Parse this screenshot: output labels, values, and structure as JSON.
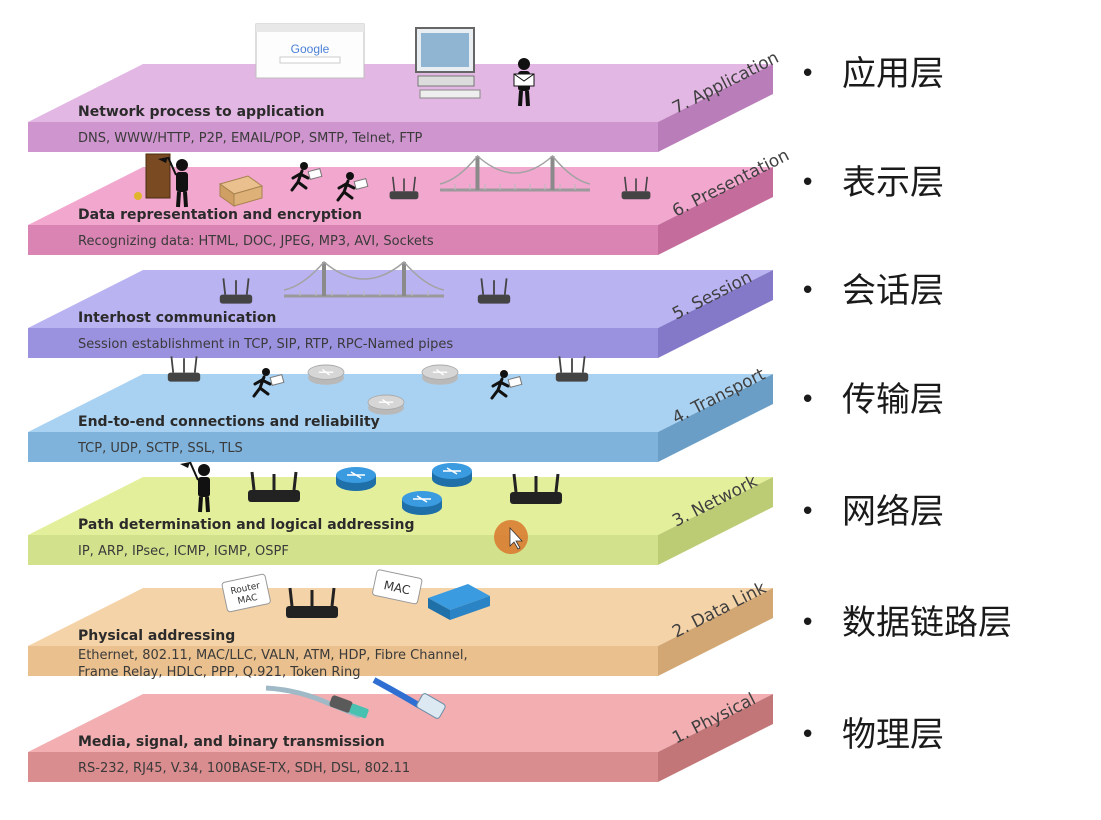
{
  "layers": [
    {
      "name": "7. Application",
      "title": "Network process to application",
      "protocols": [
        "DNS, WWW/HTTP, P2P, EMAIL/POP, SMTP, Telnet, FTP"
      ],
      "color_top": "#e3b7e3",
      "color_front": "#cf95cf",
      "color_side": "#b97db9",
      "zh": "应用层",
      "icons": [
        "browser-window-icon",
        "desktop-computer-icon",
        "person-with-letter-icon"
      ],
      "browser_logo": "Google"
    },
    {
      "name": "6. Presentation",
      "title": "Data representation and encryption",
      "protocols": [
        "Recognizing data: HTML, DOC, JPEG, MP3, AVI, Sockets"
      ],
      "color_top": "#f2a7cf",
      "color_front": "#d984b3",
      "color_side": "#c46d9c",
      "zh": "表示层",
      "icons": [
        "door-icon",
        "box-icon",
        "running-person-icon",
        "router-icon",
        "bridge-icon"
      ]
    },
    {
      "name": "5. Session",
      "title": "Interhost communication",
      "protocols": [
        "Session establishment in TCP, SIP, RTP, RPC-Named pipes"
      ],
      "color_top": "#b9b3f2",
      "color_front": "#9a92df",
      "color_side": "#8479c9",
      "zh": "会话层",
      "icons": [
        "router-icon",
        "bridge-icon"
      ]
    },
    {
      "name": "4. Transport",
      "title": "End-to-end connections and reliability",
      "protocols": [
        "TCP, UDP, SCTP, SSL, TLS"
      ],
      "color_top": "#a9d2f2",
      "color_front": "#7fb3dc",
      "color_side": "#6a9ec6",
      "zh": "传输层",
      "icons": [
        "router-icon",
        "running-person-icon"
      ]
    },
    {
      "name": "3. Network",
      "title": "Path determination and logical addressing",
      "protocols": [
        "IP, ARP, IPsec, ICMP, IGMP, OSPF"
      ],
      "color_top": "#e4ef9c",
      "color_front": "#d2e28c",
      "color_side": "#bccc75",
      "zh": "网络层",
      "icons": [
        "person-with-flag-icon",
        "wireless-router-icon",
        "blue-router-icon"
      ]
    },
    {
      "name": "2. Data Link",
      "title": "Physical addressing",
      "protocols": [
        "Ethernet, 802.11, MAC/LLC, VALN, ATM, HDP, Fibre Channel,",
        "Frame Relay, HDLC,  PPP, Q.921, Token Ring"
      ],
      "color_top": "#f5d3a8",
      "color_front": "#e9c08e",
      "color_side": "#d2a774",
      "zh": "数据链路层",
      "icons": [
        "wireless-router-icon",
        "mac-tag-icon",
        "switch-icon"
      ],
      "tag_router": [
        "Router",
        "MAC"
      ],
      "tag_mac": "MAC"
    },
    {
      "name": "1. Physical",
      "title": "Media, signal, and binary transmission",
      "protocols": [
        "RS-232, RJ45, V.34, 100BASE-TX, SDH, DSL, 802.11"
      ],
      "color_top": "#f2aeb0",
      "color_front": "#d98d8f",
      "color_side": "#c27678",
      "zh": "物理层",
      "icons": [
        "fiber-cable-icon",
        "ethernet-cable-icon"
      ]
    }
  ],
  "bullet": "•",
  "cursor_color": "#e08a3a"
}
